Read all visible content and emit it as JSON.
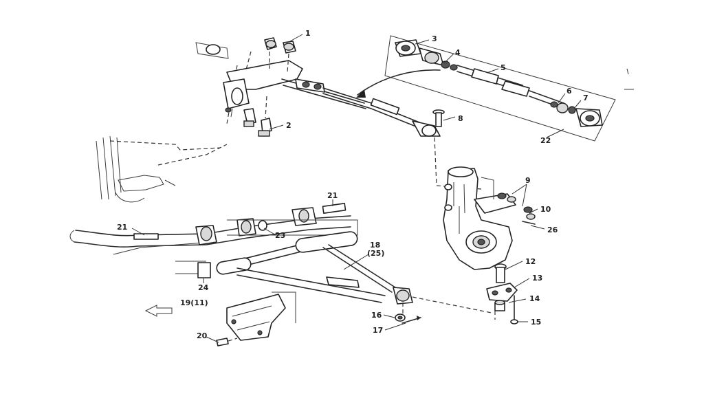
{
  "diagram": {
    "callouts": [
      {
        "id": "c1",
        "text": "1"
      },
      {
        "id": "c2",
        "text": "2"
      },
      {
        "id": "c3",
        "text": "3"
      },
      {
        "id": "c4",
        "text": "4"
      },
      {
        "id": "c5",
        "text": "5"
      },
      {
        "id": "c6",
        "text": "6"
      },
      {
        "id": "c7",
        "text": "7"
      },
      {
        "id": "c8",
        "text": "8"
      },
      {
        "id": "c9",
        "text": "9"
      },
      {
        "id": "c10",
        "text": "10"
      },
      {
        "id": "c12",
        "text": "12"
      },
      {
        "id": "c13",
        "text": "13"
      },
      {
        "id": "c14",
        "text": "14"
      },
      {
        "id": "c15",
        "text": "15"
      },
      {
        "id": "c16",
        "text": "16"
      },
      {
        "id": "c17",
        "text": "17"
      },
      {
        "id": "c18",
        "text": "18"
      },
      {
        "id": "c25",
        "text": "(25)"
      },
      {
        "id": "c19",
        "text": "19(11)"
      },
      {
        "id": "c20",
        "text": "20"
      },
      {
        "id": "c21a",
        "text": "21"
      },
      {
        "id": "c21b",
        "text": "21"
      },
      {
        "id": "c22",
        "text": "22"
      },
      {
        "id": "c23",
        "text": "23"
      },
      {
        "id": "c24",
        "text": "24"
      },
      {
        "id": "c26",
        "text": "26"
      }
    ],
    "colors": {
      "line": "#222222",
      "background": "#ffffff"
    }
  }
}
